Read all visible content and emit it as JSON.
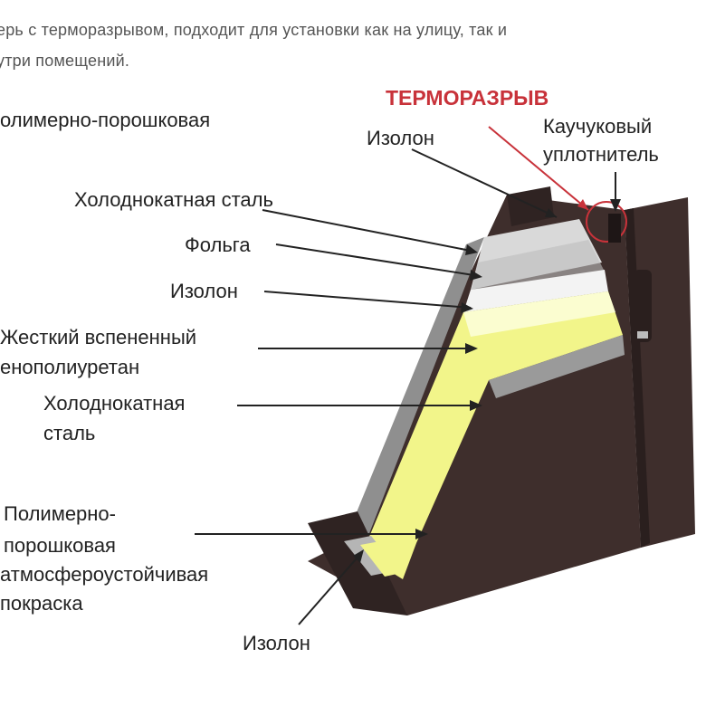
{
  "intro": {
    "line1": "ерь с терморазрывом, подходит для установки как на улицу, так и",
    "line2": "утри помещений."
  },
  "labels": {
    "thermal_break": "ТЕРМОРАЗРЫВ",
    "polymer_top": "олимерно-порошковая",
    "izolon_top": "Изолон",
    "rubber_seal_1": "Каучуковый",
    "rubber_seal_2": "уплотнитель",
    "cold_steel_1": "Холоднокатная сталь",
    "foil": "Фольга",
    "izolon_mid": "Изолон",
    "foam_1": "Жесткий вспененный",
    "foam_2": "енополиуретан",
    "cold_steel_2a": "Холоднокатная",
    "cold_steel_2b": "сталь",
    "paint_1": "Полимерно-",
    "paint_2": "порошковая",
    "paint_3": "атмосфероустойчивая",
    "paint_4": "покраска",
    "izolon_bottom": "Изолон"
  },
  "colors": {
    "frame": "#3e2e2c",
    "frame_dark": "#2a1f1e",
    "foam": "#f2f58a",
    "foam_light": "#fbfdd0",
    "steel": "#9a9a9a",
    "foil": "#d9d9d9",
    "thermal_break": "#c8323a"
  }
}
